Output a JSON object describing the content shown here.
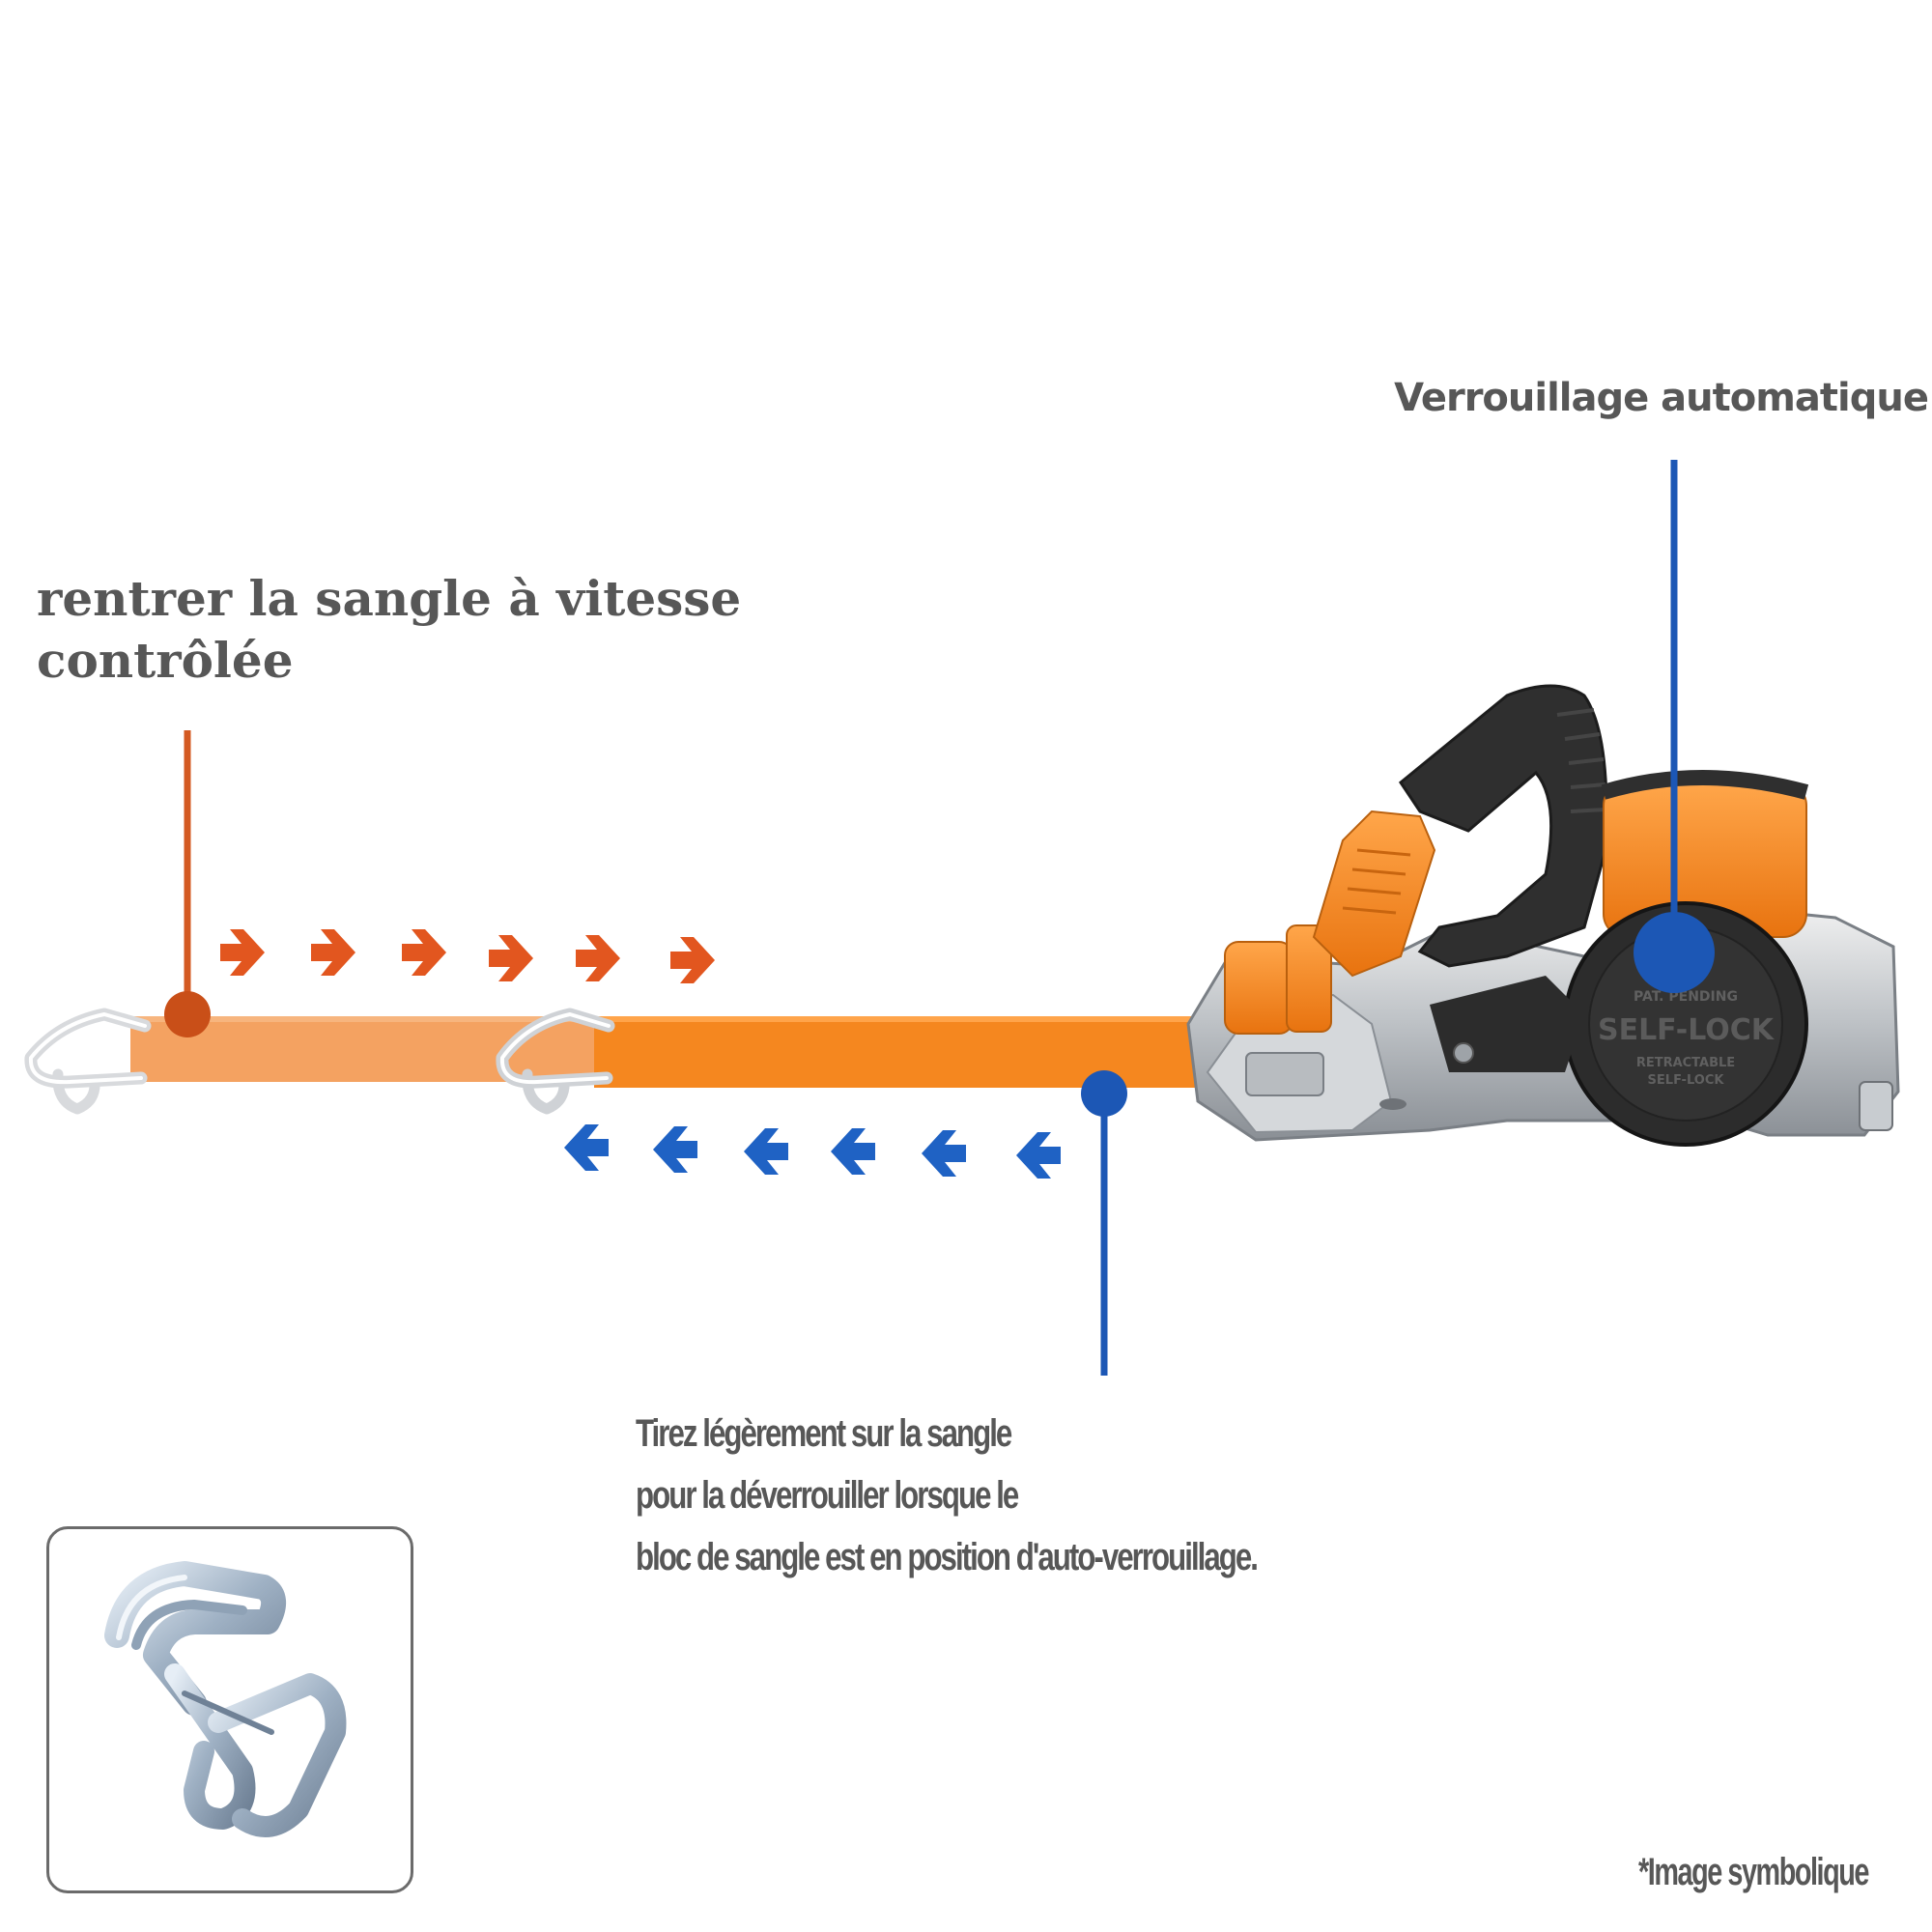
{
  "annotations": {
    "retract_label": "rentrer la sangle à vitesse contrôlée",
    "autolock_label": "Verrouillage automatique",
    "pull_label_lines": [
      "Tirez légèrement sur la sangle",
      "pour la déverrouiller lorsque le",
      "bloc de sangle est en position d'auto-verrouillage."
    ],
    "image_note": "*Image symbolique"
  },
  "device_markings": {
    "top": "PAT. PENDING",
    "main": "SELF-LOCK",
    "line1": "RETRACTABLE",
    "line2": "SELF-LOCK"
  },
  "colors": {
    "orange_arrows": "#e2561f",
    "blue_arrows": "#1f62c4",
    "orange_line": "#d45a22",
    "blue_line": "#1c57b5",
    "strap_light": "#f4a261",
    "strap_main": "#f5871f",
    "handle": "#2f2f2f",
    "text": "#575757"
  },
  "icons": {
    "orange_arrow": "arrow-right-icon",
    "blue_arrow": "arrow-left-icon",
    "hook": "double-j-hook-icon",
    "ratchet": "retractable-ratchet-icon"
  }
}
